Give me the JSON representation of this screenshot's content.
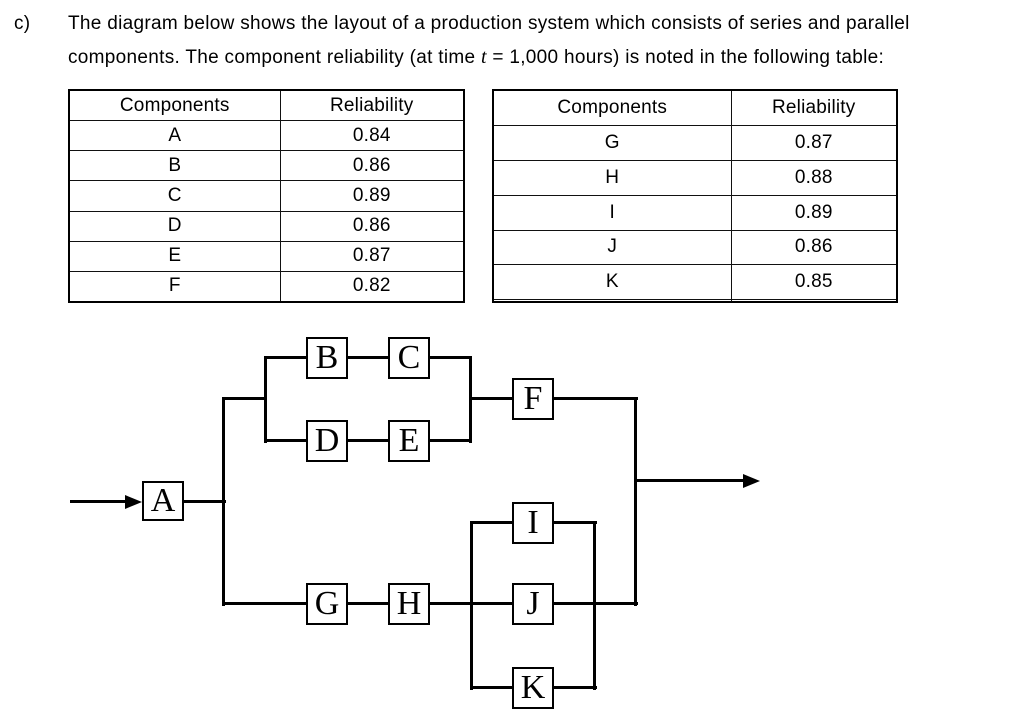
{
  "question": {
    "label": "c)",
    "line1": "The diagram below shows the layout of a production system which consists of series and parallel",
    "line2_pre": "components. The component reliability (at time ",
    "line2_italic": "t",
    "line2_post": " = 1,000 hours) is noted in the following table:"
  },
  "tables": {
    "left": {
      "headers": [
        "Components",
        "Reliability"
      ],
      "rows": [
        [
          "A",
          "0.84"
        ],
        [
          "B",
          "0.86"
        ],
        [
          "C",
          "0.89"
        ],
        [
          "D",
          "0.86"
        ],
        [
          "E",
          "0.87"
        ],
        [
          "F",
          "0.82"
        ]
      ]
    },
    "right": {
      "headers": [
        "Components",
        "Reliability"
      ],
      "rows": [
        [
          "G",
          "0.87"
        ],
        [
          "H",
          "0.88"
        ],
        [
          "I",
          "0.89"
        ],
        [
          "J",
          "0.86"
        ],
        [
          "K",
          "0.85"
        ],
        [
          "",
          ""
        ]
      ]
    }
  },
  "diagram": {
    "nodes": {
      "a": "A",
      "b": "B",
      "c": "C",
      "d": "D",
      "e": "E",
      "f": "F",
      "g": "G",
      "h": "H",
      "i": "I",
      "j": "J",
      "k": "K"
    }
  },
  "colors": {
    "ink": "#000000",
    "paper": "#ffffff"
  }
}
